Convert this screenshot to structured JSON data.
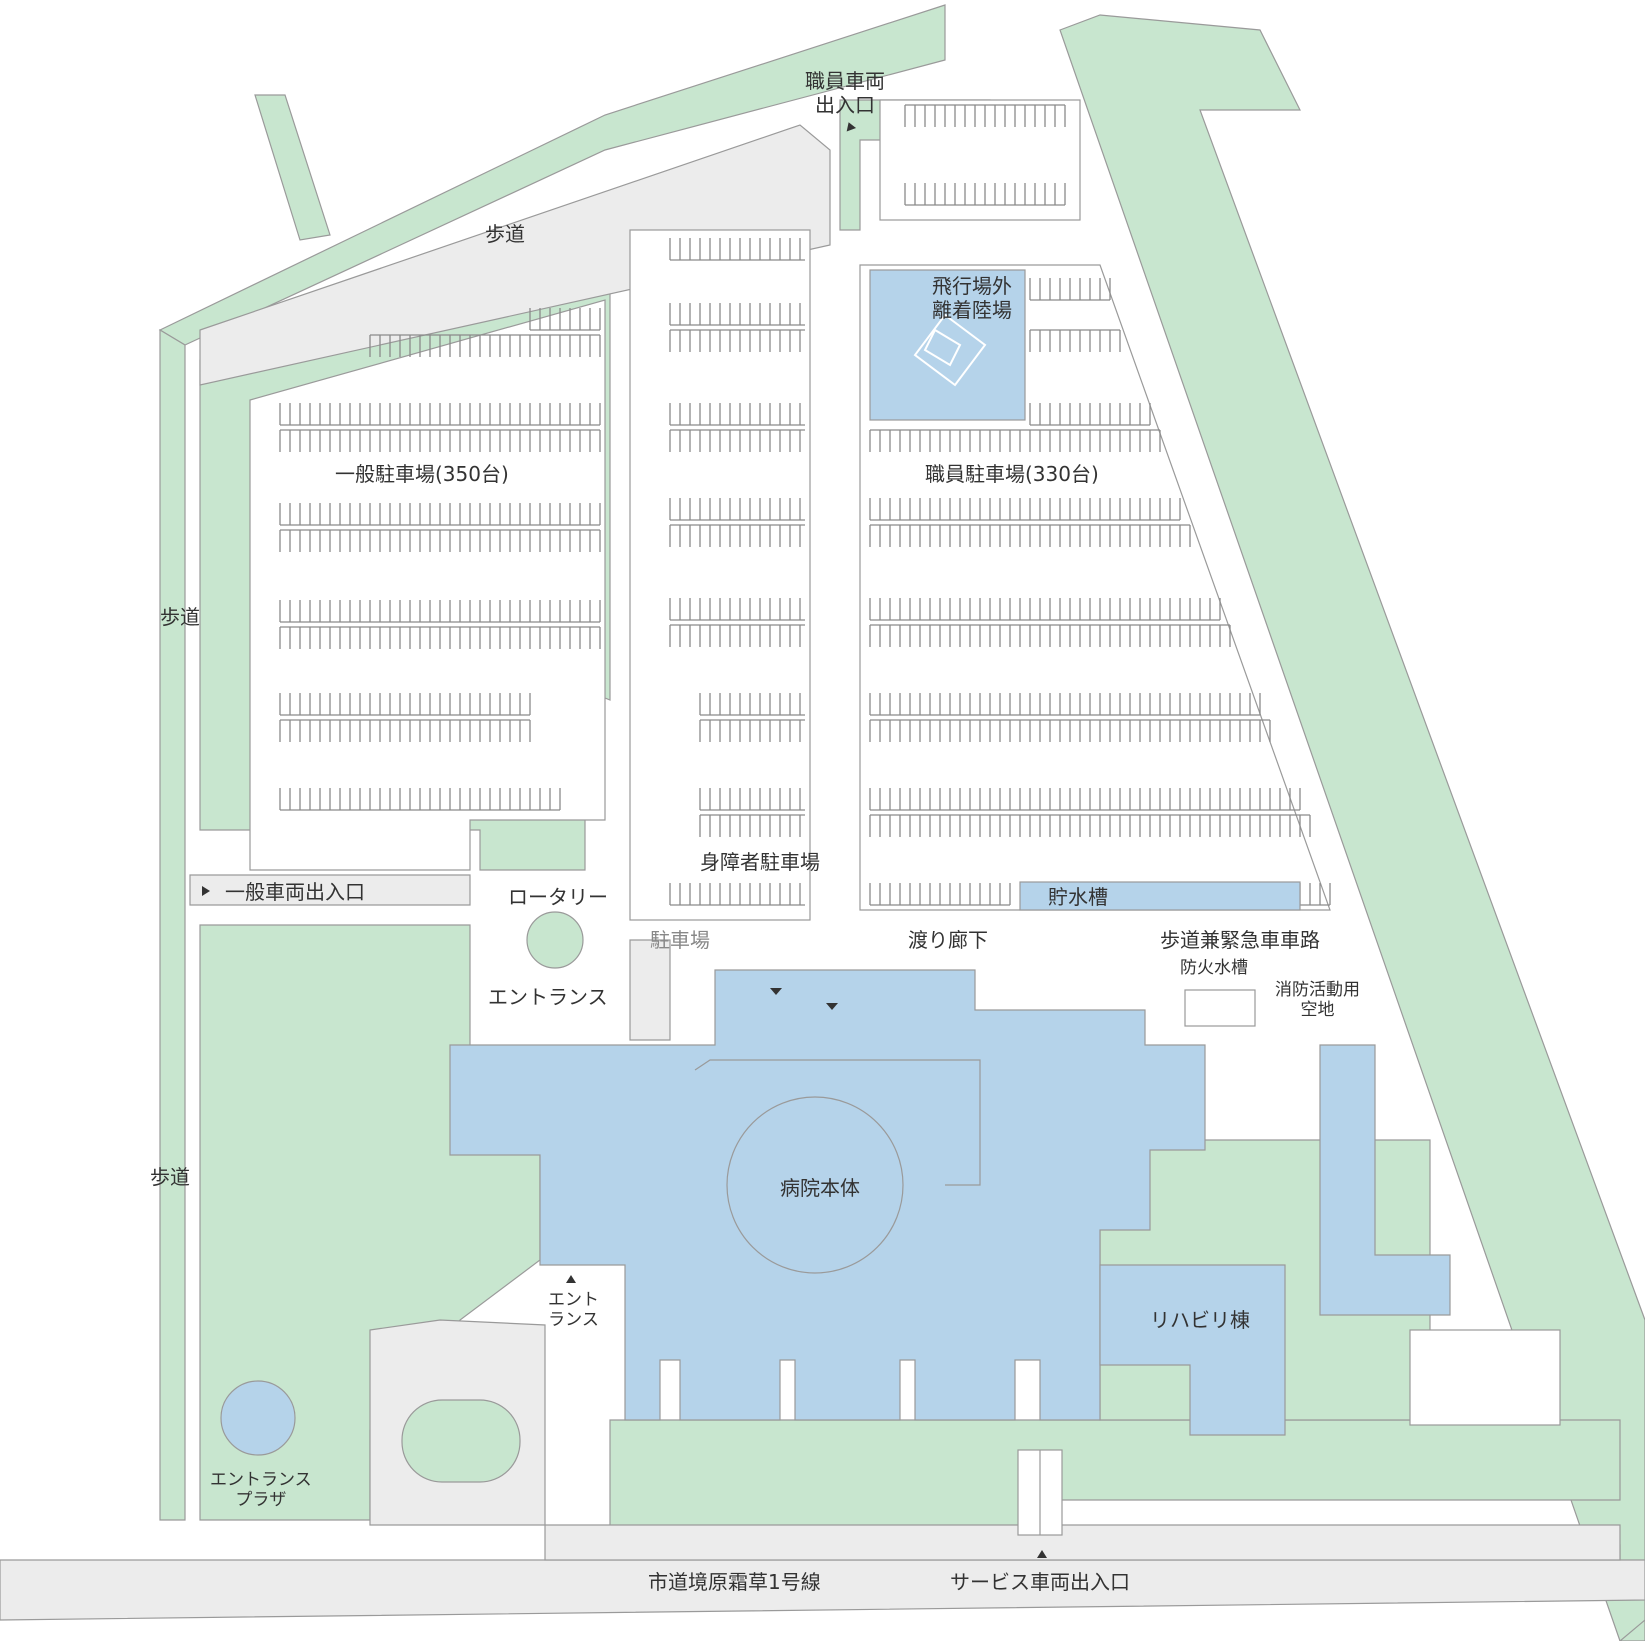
{
  "colors": {
    "green": "#c8e6cf",
    "road": "#ececec",
    "building": "#b5d3ea",
    "outline": "#9a9a9a",
    "white": "#ffffff"
  },
  "labels": {
    "sidewalk_north": "歩道",
    "sidewalk_west_upper": "歩道",
    "sidewalk_west_lower": "歩道",
    "staff_gate": "職員車両\n出入口",
    "heliport": "飛行場外\n離着陸場",
    "general_parking": "一般駐車場(350台)",
    "staff_parking": "職員駐車場(330台)",
    "disabled_parking": "身障者駐車場",
    "water_tank": "貯水槽",
    "general_gate": "一般車両出入口",
    "rotary": "ロータリー",
    "parking_small": "駐車場",
    "corridor": "渡り廊下",
    "emergency_road": "歩道兼緊急車車路",
    "fire_tank": "防火水槽",
    "fire_space": "消防活動用\n空地",
    "entrance_north": "エントランス",
    "hospital_main": "病院本体",
    "entrance_south": "エント\nランス",
    "rehab_wing": "リハビリ棟",
    "entrance_plaza": "エントランス\nプラザ",
    "city_road": "市道境原霜草1号線",
    "service_gate": "サービス車両出入口"
  },
  "icons": [
    "arrow-up-icon",
    "arrow-right-icon",
    "arrow-down-icon",
    "helipad-icon"
  ]
}
